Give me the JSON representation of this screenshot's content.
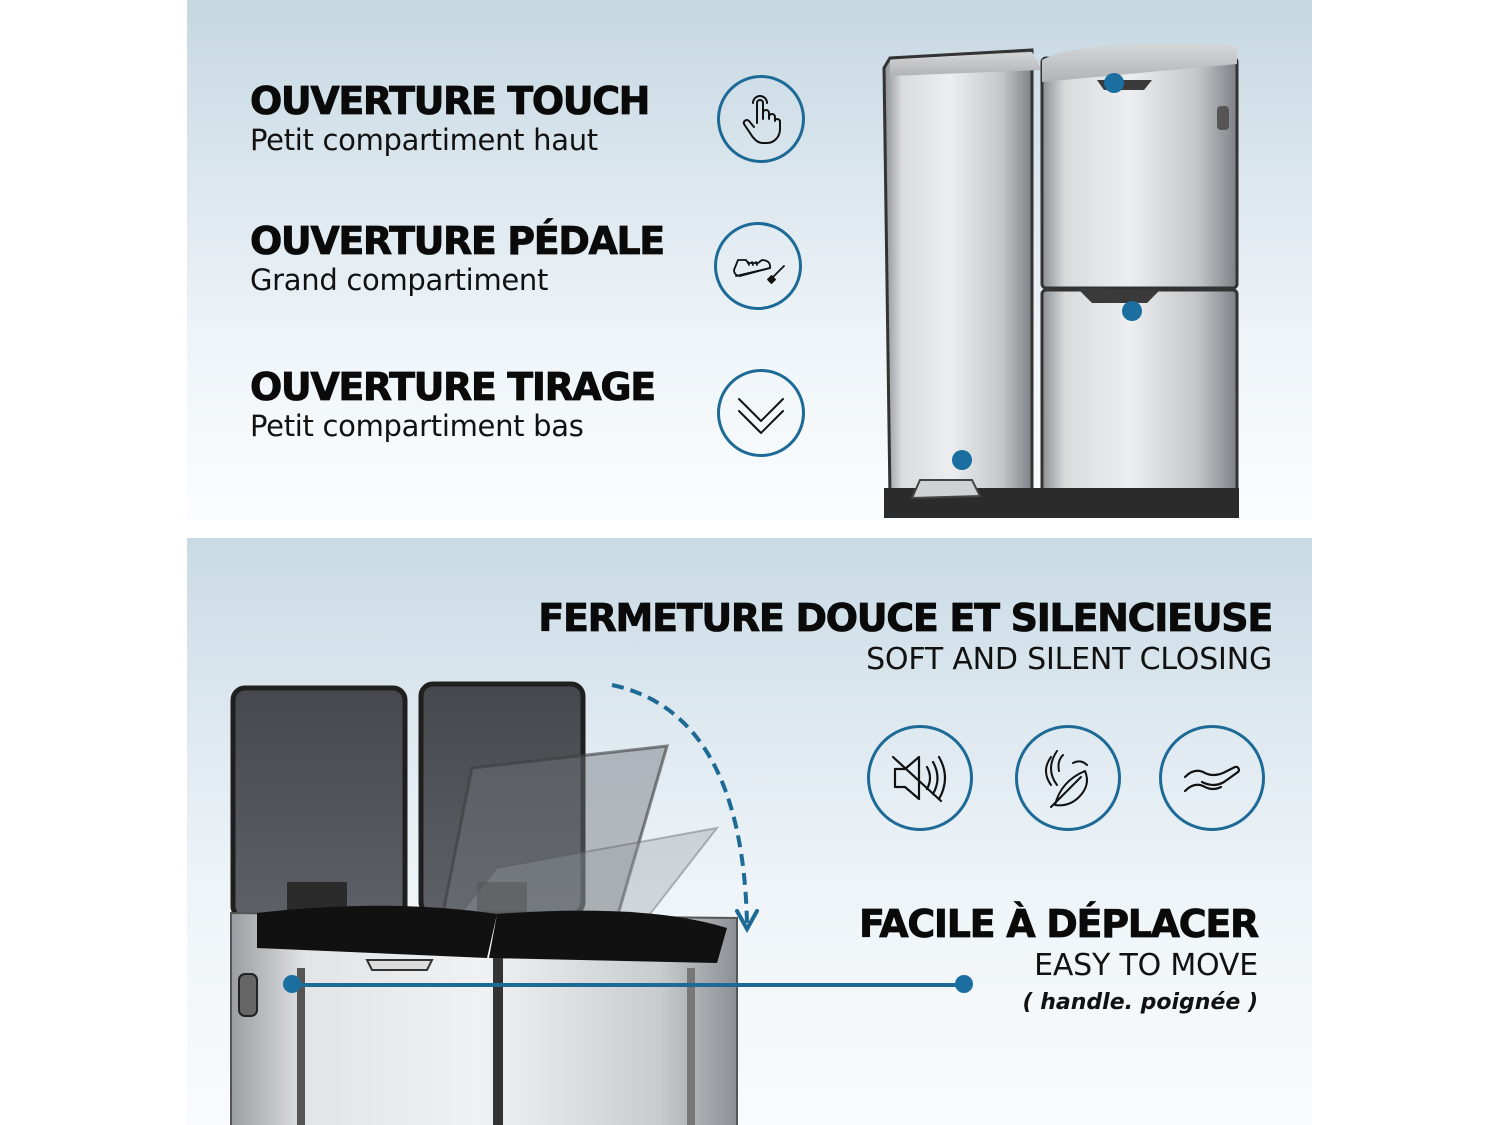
{
  "top_panel": {
    "features": [
      {
        "title": "OUVERTURE TOUCH",
        "subtitle": "Petit compartiment haut",
        "icon": "touch-finger-icon"
      },
      {
        "title": "OUVERTURE PÉDALE",
        "subtitle": "Grand compartiment",
        "icon": "foot-pedal-icon"
      },
      {
        "title": "OUVERTURE TIRAGE",
        "subtitle": "Petit compartiment bas",
        "icon": "double-chevron-down-icon"
      }
    ],
    "product": "stainless-steel-triple-compartment-bin"
  },
  "bottom_panel": {
    "heading": "FERMETURE DOUCE ET SILENCIEUSE",
    "heading_en": "SOFT AND SILENT CLOSING",
    "symbols": [
      {
        "icon": "mute-speaker-icon"
      },
      {
        "icon": "feather-icon"
      },
      {
        "icon": "hand-wave-icon"
      }
    ],
    "move_title": "FACILE À DÉPLACER",
    "move_en": "EASY TO MOVE",
    "move_note": "( handle. poignée )",
    "product": "stainless-steel-double-bin-open-lids"
  },
  "colors": {
    "accent": "#1c6a95",
    "dot": "#1b6fa0",
    "text": "#0a0a0a"
  }
}
